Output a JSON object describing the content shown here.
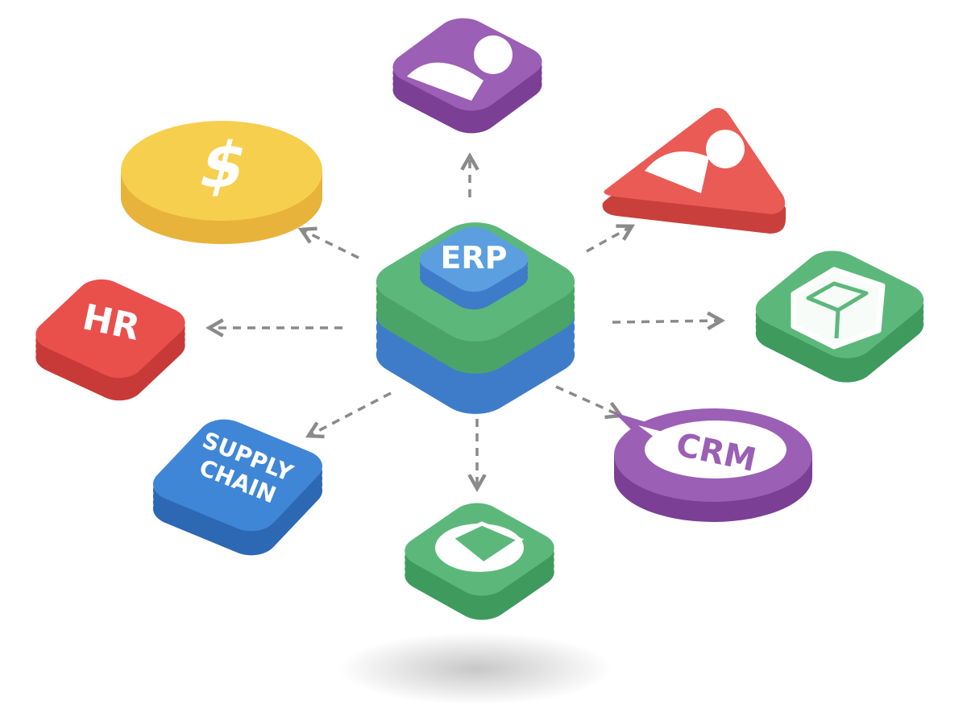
{
  "diagram": {
    "center": {
      "label": "ERP",
      "top_color": "#5b9fe0",
      "green": "#5cb87a",
      "blue": "#3e7cc9"
    },
    "modules": [
      {
        "id": "users",
        "icon": "user-icon",
        "color": "#9b5fb5",
        "side": "#7b3f95"
      },
      {
        "id": "finance",
        "icon": "dollar-icon",
        "color": "#f7cf4e",
        "side": "#e8b33a"
      },
      {
        "id": "contacts",
        "icon": "user-triangle-icon",
        "color": "#ea5b55",
        "side": "#c93f3b"
      },
      {
        "id": "hr",
        "label": "HR",
        "color": "#e9504c",
        "side": "#c73a37"
      },
      {
        "id": "inventory",
        "icon": "box-icon",
        "color": "#5cb87a",
        "side": "#3f9a5e"
      },
      {
        "id": "supply",
        "label_line1": "SUPPLY",
        "label_line2": "CHAIN",
        "color": "#3f86d6",
        "side": "#2c68b3"
      },
      {
        "id": "devices",
        "icon": "laptop-icon",
        "color": "#5cb87a",
        "side": "#3f9a5e"
      },
      {
        "id": "crm",
        "label": "CRM",
        "color": "#9b5fb5",
        "side": "#7b3f95"
      }
    ],
    "arrow_color": "#8a8a8a"
  }
}
